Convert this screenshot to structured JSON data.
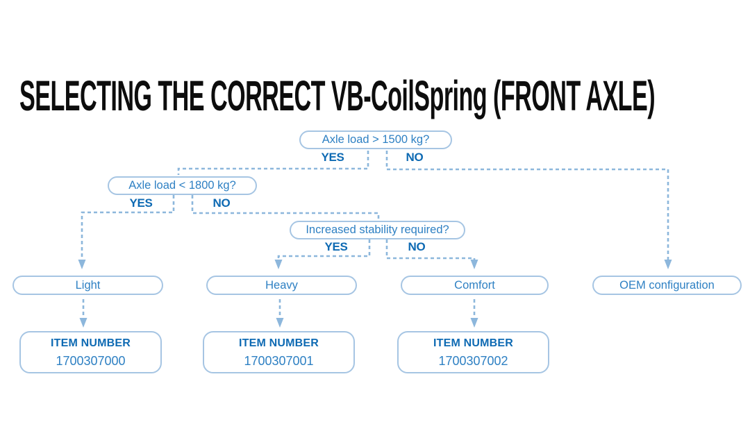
{
  "title": "SELECTING THE CORRECT VB-CoilSpring (FRONT AXLE)",
  "colors": {
    "accent_dark": "#0e6ab3",
    "accent_mid": "#2e80c3",
    "box_border": "#a6c5e3",
    "connector": "#8db7dc",
    "title_text": "#0d0d0d"
  },
  "flowchart": {
    "decisions": [
      {
        "question": "Axle load > 1500 kg?",
        "yes": "YES",
        "no": "NO"
      },
      {
        "question": "Axle load < 1800 kg?",
        "yes": "YES",
        "no": "NO"
      },
      {
        "question": "Increased stability required?",
        "yes": "YES",
        "no": "NO"
      }
    ],
    "outcomes": [
      {
        "label": "Light"
      },
      {
        "label": "Heavy"
      },
      {
        "label": "Comfort"
      },
      {
        "label": "OEM configuration"
      }
    ],
    "items": [
      {
        "heading": "ITEM NUMBER",
        "number": "1700307000"
      },
      {
        "heading": "ITEM NUMBER",
        "number": "1700307001"
      },
      {
        "heading": "ITEM NUMBER",
        "number": "1700307002"
      }
    ]
  }
}
